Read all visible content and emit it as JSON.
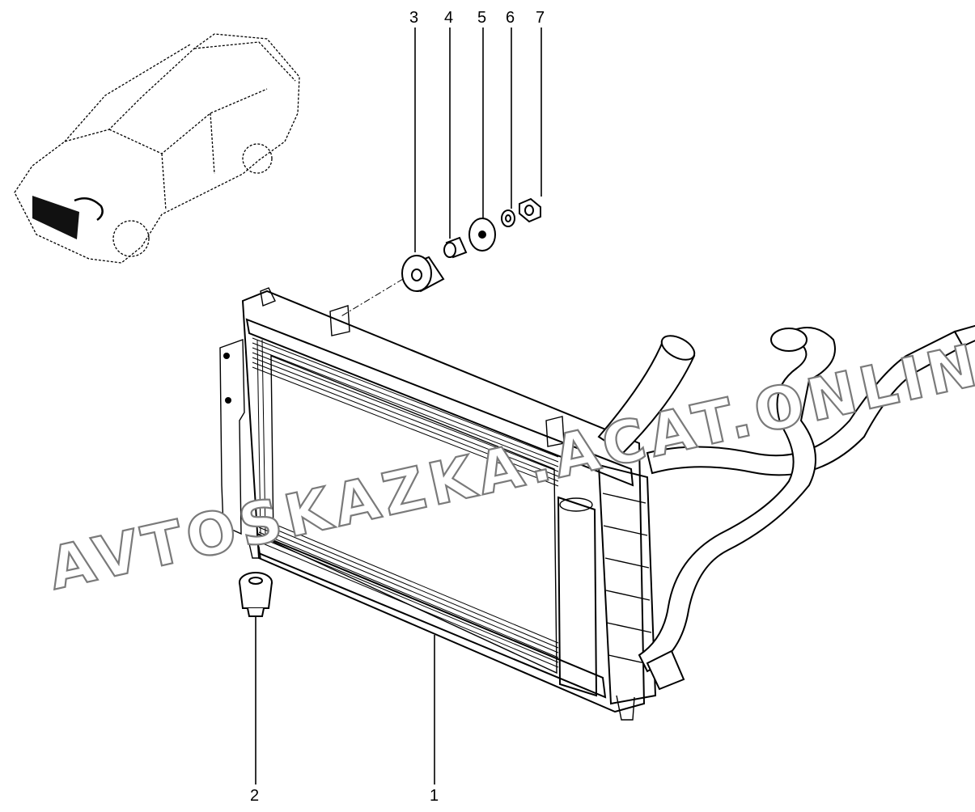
{
  "diagram": {
    "callouts": [
      "1",
      "2",
      "3",
      "4",
      "5",
      "6",
      "7"
    ],
    "watermark": "AVTOSKAZKA.ACAT.ONLINE"
  },
  "parts": {
    "radiator": "radiator",
    "lower_mount_bushing": "bushing",
    "upper_cushion": "cushion",
    "sleeve": "sleeve",
    "washer": "washer",
    "spring_washer": "spring-washer",
    "nut": "nut",
    "hoses": "coolant-hoses",
    "car_thumbnail": "vehicle-locator"
  }
}
